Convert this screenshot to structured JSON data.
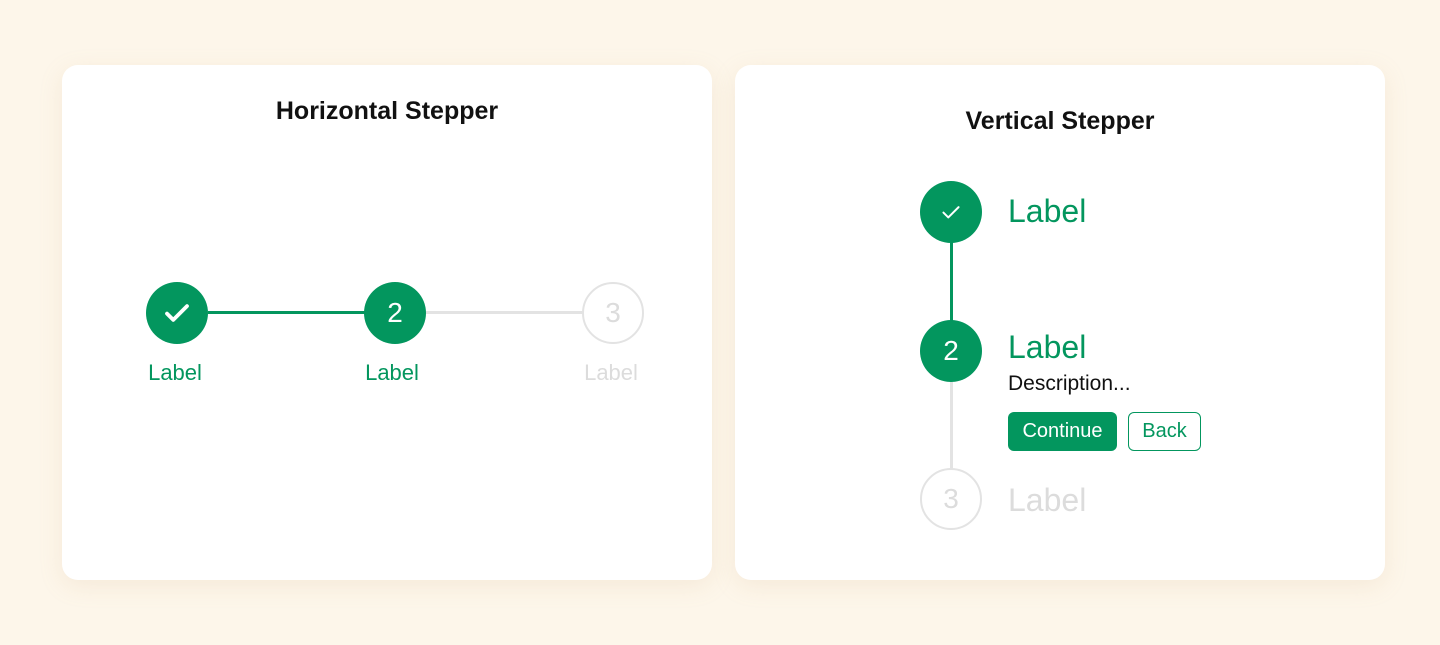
{
  "colors": {
    "accent": "#03965e",
    "inactive": "#e3e3e3",
    "background": "#fdf6ea"
  },
  "horizontal": {
    "title": "Horizontal Stepper",
    "steps": [
      {
        "number": "1",
        "label": "Label",
        "state": "completed",
        "icon": "check-icon"
      },
      {
        "number": "2",
        "label": "Label",
        "state": "active"
      },
      {
        "number": "3",
        "label": "Label",
        "state": "inactive"
      }
    ]
  },
  "vertical": {
    "title": "Vertical Stepper",
    "steps": [
      {
        "number": "1",
        "label": "Label",
        "state": "completed",
        "icon": "check-icon"
      },
      {
        "number": "2",
        "label": "Label",
        "state": "active",
        "description": "Description...",
        "continue_label": "Continue",
        "back_label": "Back"
      },
      {
        "number": "3",
        "label": "Label",
        "state": "inactive"
      }
    ]
  }
}
